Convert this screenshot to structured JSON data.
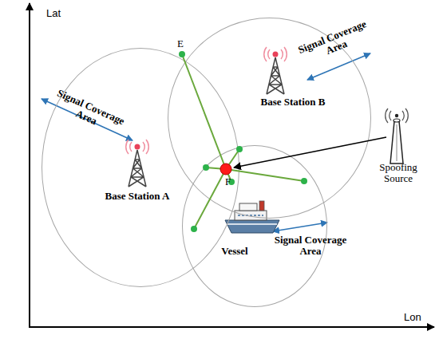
{
  "diagram": {
    "nodes": [
      {
        "text": [
          "Signal Coverage Area",
          "Base Station A"
        ]
      },
      {
        "text": [
          "Signal Coverage Area",
          "Base Station B"
        ]
      },
      {
        "text": [
          "Vessel",
          "Signal Coverage Area"
        ]
      }
    ],
    "labels": [
      "Lat",
      "E",
      "Spoofing Source",
      "F",
      "Lon"
    ]
  }
}
